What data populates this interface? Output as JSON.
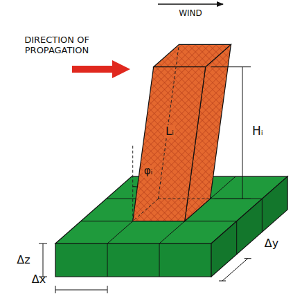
{
  "diagram": {
    "labels": [
      "WIND",
      "DIRECTION OF PROPAGATION",
      "Hᵢ",
      "Lᵢ",
      "φᵢ",
      "Δz",
      "Δy",
      "Δx"
    ]
  }
}
